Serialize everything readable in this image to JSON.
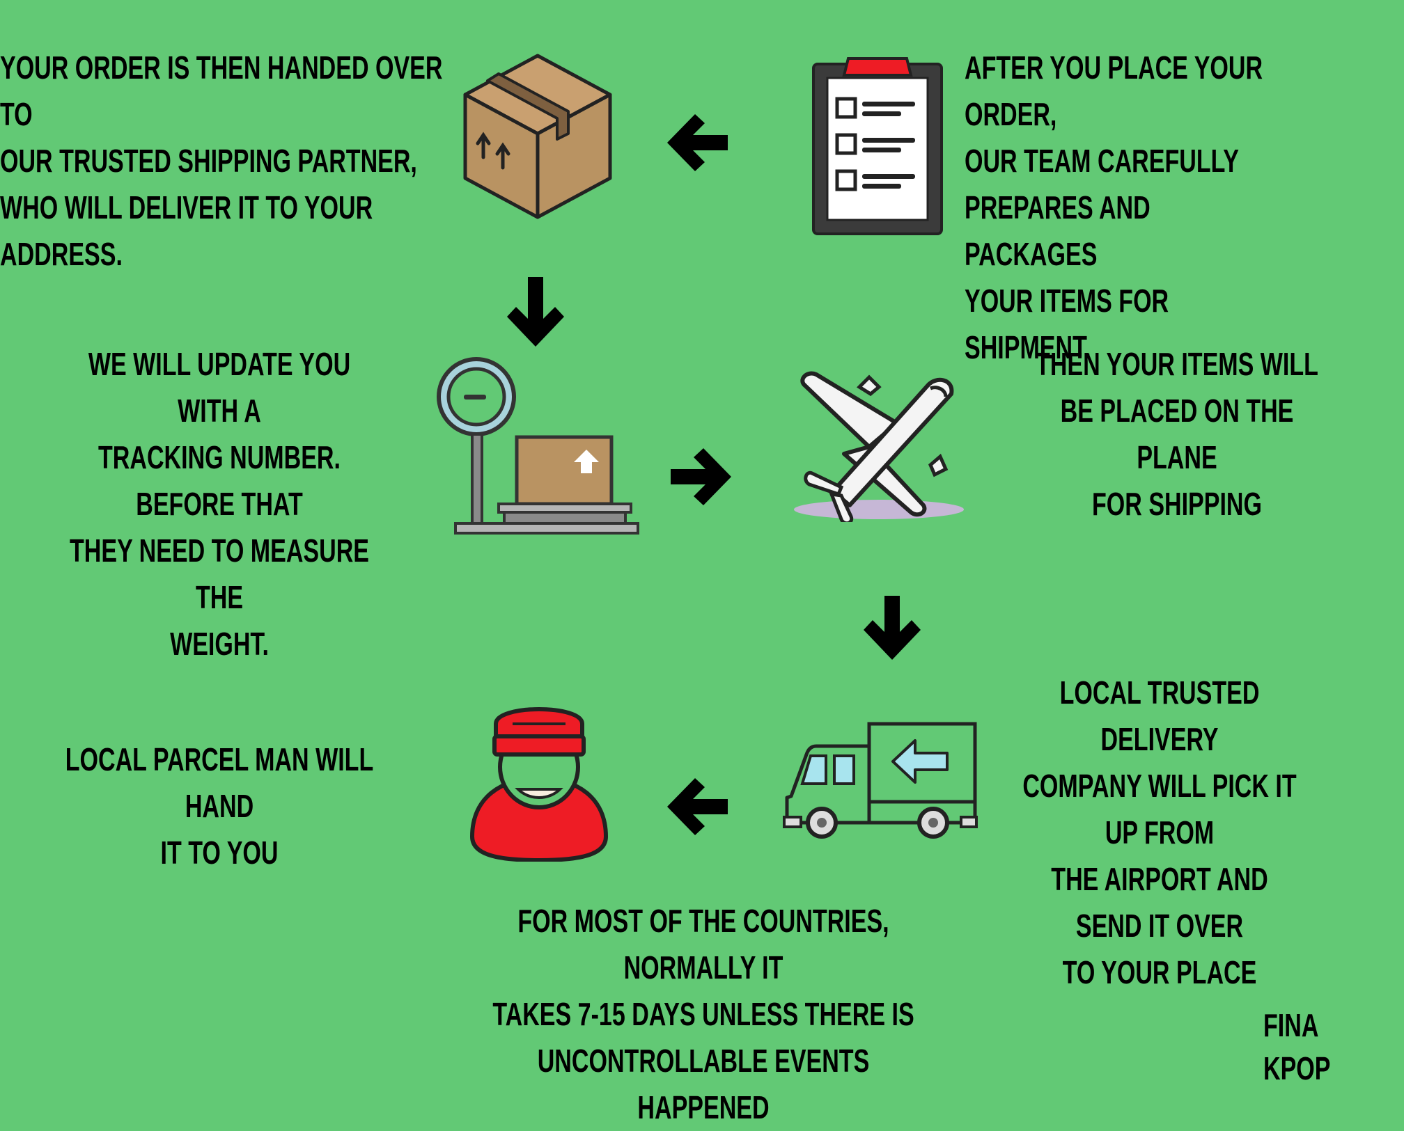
{
  "steps": {
    "step1": "After you place your order,\nour team carefully\nprepares and packages\nyour items for shipment.",
    "step2": "Your order is then handed over to\nour trusted shipping partner,\nwho will deliver it to your\naddress.",
    "step3": "We will update you with a\ntracking number. Before that\nthey need to measure the\nweight.",
    "step4": "Then your items will\nbe placed on the plane\nfor shipping",
    "step5": "Local trusted delivery\ncompany will pick it up from\nthe airport and send it over\nto your place",
    "step6": "Local parcel man will hand\nit to you"
  },
  "footer_note": "For most of the countries, normally it\ntakes 7-15 days unless there is\nuncontrollable events happened",
  "brand": "FINA KPOP",
  "icons": {
    "step1": "clipboard-checklist-icon",
    "step2": "cardboard-box-icon",
    "step3": "weighing-scale-icon",
    "step4": "airplane-icon",
    "step5": "delivery-truck-icon",
    "step6": "delivery-man-icon"
  },
  "arrows": [
    "left",
    "down",
    "right",
    "down",
    "left"
  ],
  "colors": {
    "background": "#62c975",
    "red": "#ee1c25",
    "box": "#b99362",
    "ink": "#000000"
  }
}
